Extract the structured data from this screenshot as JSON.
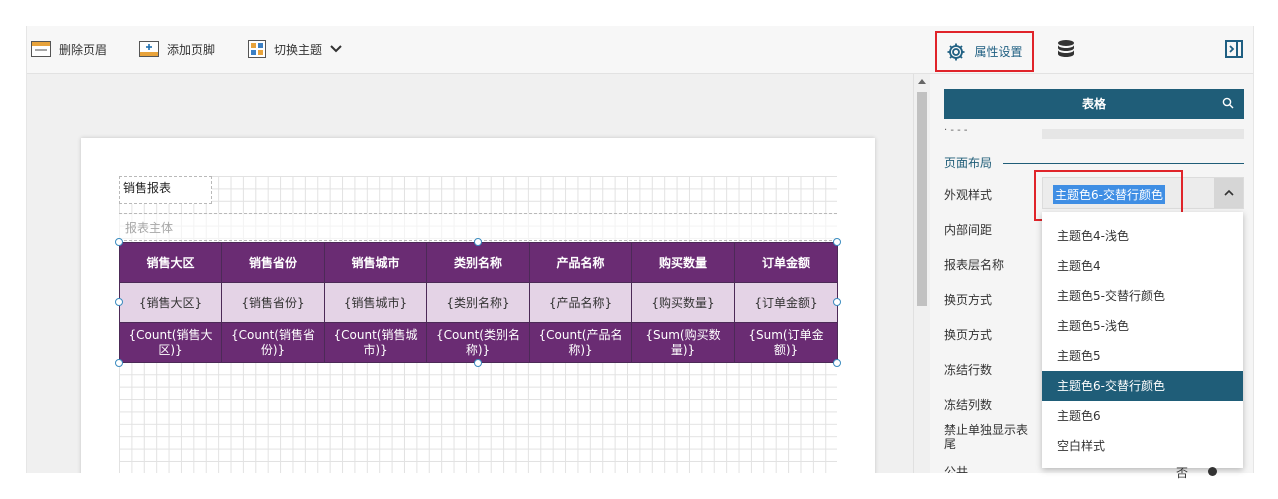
{
  "toolbar": {
    "delete_header": "删除页眉",
    "add_footer": "添加页脚",
    "switch_theme": "切换主题",
    "property_settings": "属性设置"
  },
  "report": {
    "title": "销售报表",
    "body_label": "报表主体",
    "headers": [
      "销售大区",
      "销售省份",
      "销售城市",
      "类别名称",
      "产品名称",
      "购买数量",
      "订单金额"
    ],
    "data_row": [
      "{销售大区}",
      "{销售省份}",
      "{销售城市}",
      "{类别名称}",
      "{产品名称}",
      "{购买数量}",
      "{订单金额}"
    ],
    "summary_row": [
      "{Count(销售大区)}",
      "{Count(销售省份)}",
      "{Count(销售城市)}",
      "{Count(类别名称)}",
      "{Count(产品名称)}",
      "{Sum(购买数量)}",
      "{Sum(订单金额)}"
    ]
  },
  "panel": {
    "header_title": "表格",
    "partial_label": "· - - -",
    "section_title": "页面布局",
    "labels": {
      "appearance": "外观样式",
      "padding": "内部间距",
      "layer_name": "报表层名称",
      "page_break_1": "换页方式",
      "page_break_2": "换页方式",
      "freeze_rows": "冻结行数",
      "freeze_cols": "冻结列数",
      "hide_footer": "禁止单独显示表尾",
      "partial_bottom": "公共"
    },
    "selected_style": "主题色6-交替行颜色",
    "dropdown_options": [
      "主题色4-浅色",
      "主题色4",
      "主题色5-交替行颜色",
      "主题色5-浅色",
      "主题色5",
      "主题色6-交替行颜色",
      "主题色6",
      "空白样式"
    ],
    "selected_index": 5,
    "toggle_text": "否"
  },
  "colors": {
    "accent": "#1f5d78",
    "table_header": "#6a2c73",
    "table_alt": "#e4d3e6",
    "highlight_red": "#e0242a"
  }
}
